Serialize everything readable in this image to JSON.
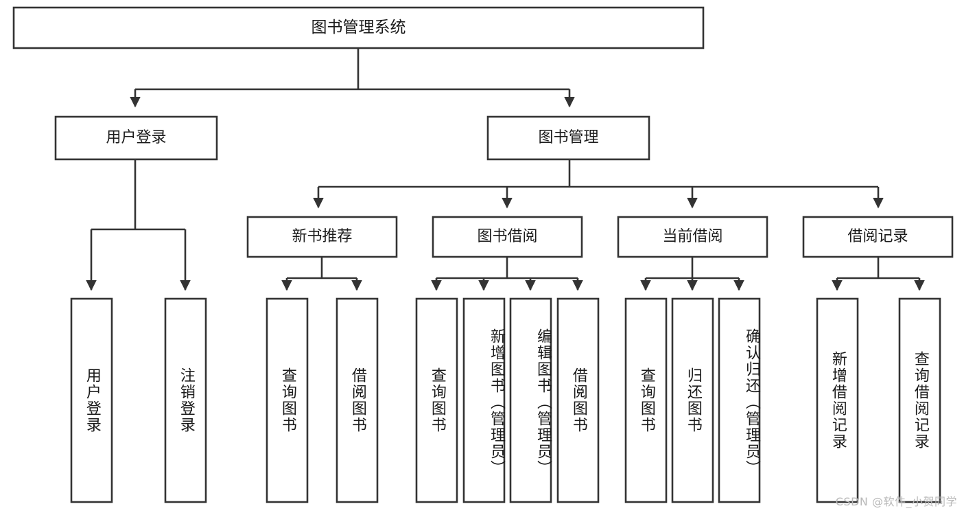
{
  "diagram": {
    "title": "图书管理系统",
    "type": "hierarchy-tree",
    "watermark": "CSDN @软件_小贺同学",
    "colors": {
      "stroke": "#333333",
      "fill": "#ffffff",
      "text": "#1a1a1a",
      "watermark": "#b9b9b9"
    },
    "levels": {
      "root": {
        "label": "图书管理系统"
      },
      "level2": [
        {
          "label": "用户登录"
        },
        {
          "label": "图书管理"
        }
      ],
      "level3": [
        {
          "label": "新书推荐"
        },
        {
          "label": "图书借阅"
        },
        {
          "label": "当前借阅"
        },
        {
          "label": "借阅记录"
        }
      ],
      "leaves": {
        "user_login": [
          {
            "label": "用户登录"
          },
          {
            "label": "注销登录"
          }
        ],
        "new_book_recommend": [
          {
            "label": "查询图书"
          },
          {
            "label": "借阅图书"
          }
        ],
        "book_borrow": [
          {
            "label": "查询图书"
          },
          {
            "label": "新增图书（管理员）"
          },
          {
            "label": "编辑图书（管理员）"
          },
          {
            "label": "借阅图书"
          }
        ],
        "current_borrow": [
          {
            "label": "查询图书"
          },
          {
            "label": "归还图书"
          },
          {
            "label": "确认归还（管理员）"
          }
        ],
        "borrow_records": [
          {
            "label": "新增借阅记录"
          },
          {
            "label": "查询借阅记录"
          }
        ]
      }
    }
  }
}
